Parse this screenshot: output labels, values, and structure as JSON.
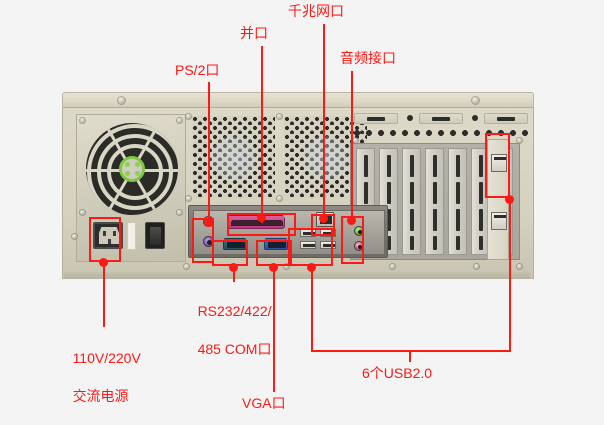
{
  "page": {
    "background_color": "#f4f4f4",
    "annotation_color": "#fb1a16",
    "subject": "industrial-pc-rear-panel-photo"
  },
  "annotations": [
    {
      "id": "ps2",
      "label": "PS/2口",
      "lines": [
        "PS/2口"
      ],
      "points_to": "ps2-ports"
    },
    {
      "id": "lpt",
      "label": "并口",
      "lines": [
        "并口"
      ],
      "points_to": "parallel-port"
    },
    {
      "id": "lan",
      "label": "千兆网口",
      "lines": [
        "千兆网口"
      ],
      "points_to": "gigabit-ethernet-port"
    },
    {
      "id": "audio",
      "label": "音频接口",
      "lines": [
        "音频接口"
      ],
      "points_to": "audio-jacks"
    },
    {
      "id": "power",
      "label": "110V/220V 交流电源",
      "lines": [
        "110V/220V",
        "交流电源"
      ],
      "points_to": "ac-power-inlet"
    },
    {
      "id": "com",
      "label": "RS232/422/485 COM口",
      "lines": [
        "RS232/422/",
        "485 COM口"
      ],
      "points_to": "serial-com-port"
    },
    {
      "id": "vga",
      "label": "VGA口",
      "lines": [
        "VGA口"
      ],
      "points_to": "vga-port"
    },
    {
      "id": "usb",
      "label": "6个USB2.0",
      "lines": [
        "6个USB2.0"
      ],
      "points_to": "usb-ports"
    }
  ],
  "labels": {
    "ps2": "PS/2口",
    "lpt": "并口",
    "lan": "千兆网口",
    "audio": "音频接口",
    "power_line1": "110V/220V",
    "power_line2": "交流电源",
    "com_line1": "RS232/422/",
    "com_line2": "485 COM口",
    "vga": "VGA口",
    "usb": "6个USB2.0"
  },
  "hardware": {
    "chassis_color": "#d6d2c1",
    "psu": {
      "fan": "80mm-fan-grille",
      "inlet": "IEC-C14",
      "switch": "rocker-power-switch"
    },
    "io_panel": {
      "ps2_keyboard_color": "#1f9e85",
      "ps2_mouse_color": "#7a4fbd",
      "parallel_color": "#b8397c",
      "serial_color": "#27505f",
      "vga_color": "#2f4f9a",
      "line_out_color": "#5db12c",
      "mic_color": "#d1528d",
      "usb_count_rear_io": 4,
      "usb_count_side": 2,
      "ethernet_ports": 1
    },
    "expansion_slots": 7,
    "top_knockouts": 3
  }
}
